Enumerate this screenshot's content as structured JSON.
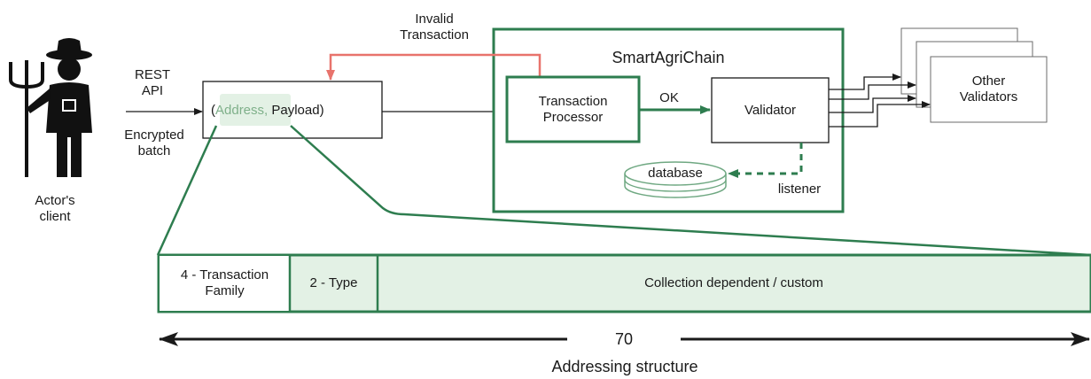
{
  "actor": {
    "label_line1": "Actor's",
    "label_line2": "client",
    "icon": "farmer-icon"
  },
  "rest": {
    "line1": "REST",
    "line2": "API"
  },
  "batch": {
    "line1": "Encrypted",
    "line2": "batch"
  },
  "payload": {
    "open_paren": "(",
    "address": "Address,",
    "payload": "Payload)"
  },
  "invalid": {
    "line1": "Invalid",
    "line2": "Transaction"
  },
  "container": {
    "title": "SmartAgriChain"
  },
  "processor": {
    "line1": "Transaction",
    "line2": "Processor"
  },
  "ok_label": "OK",
  "validator": "Validator",
  "database": "database",
  "listener": "listener",
  "other_validators": {
    "line1": "Other",
    "line2": "Validators"
  },
  "structure": {
    "segments": [
      {
        "line1": "4 - Transaction",
        "line2": "Family"
      },
      {
        "line1": "2 - Type",
        "line2": ""
      },
      {
        "line1": "Collection dependent / custom",
        "line2": ""
      }
    ],
    "length_label": "70",
    "caption": "Addressing structure"
  },
  "colors": {
    "green": "#2e7d4f",
    "green_fill": "#e3f1e5",
    "red": "#e8736c",
    "address_text": "#7fb08a"
  }
}
